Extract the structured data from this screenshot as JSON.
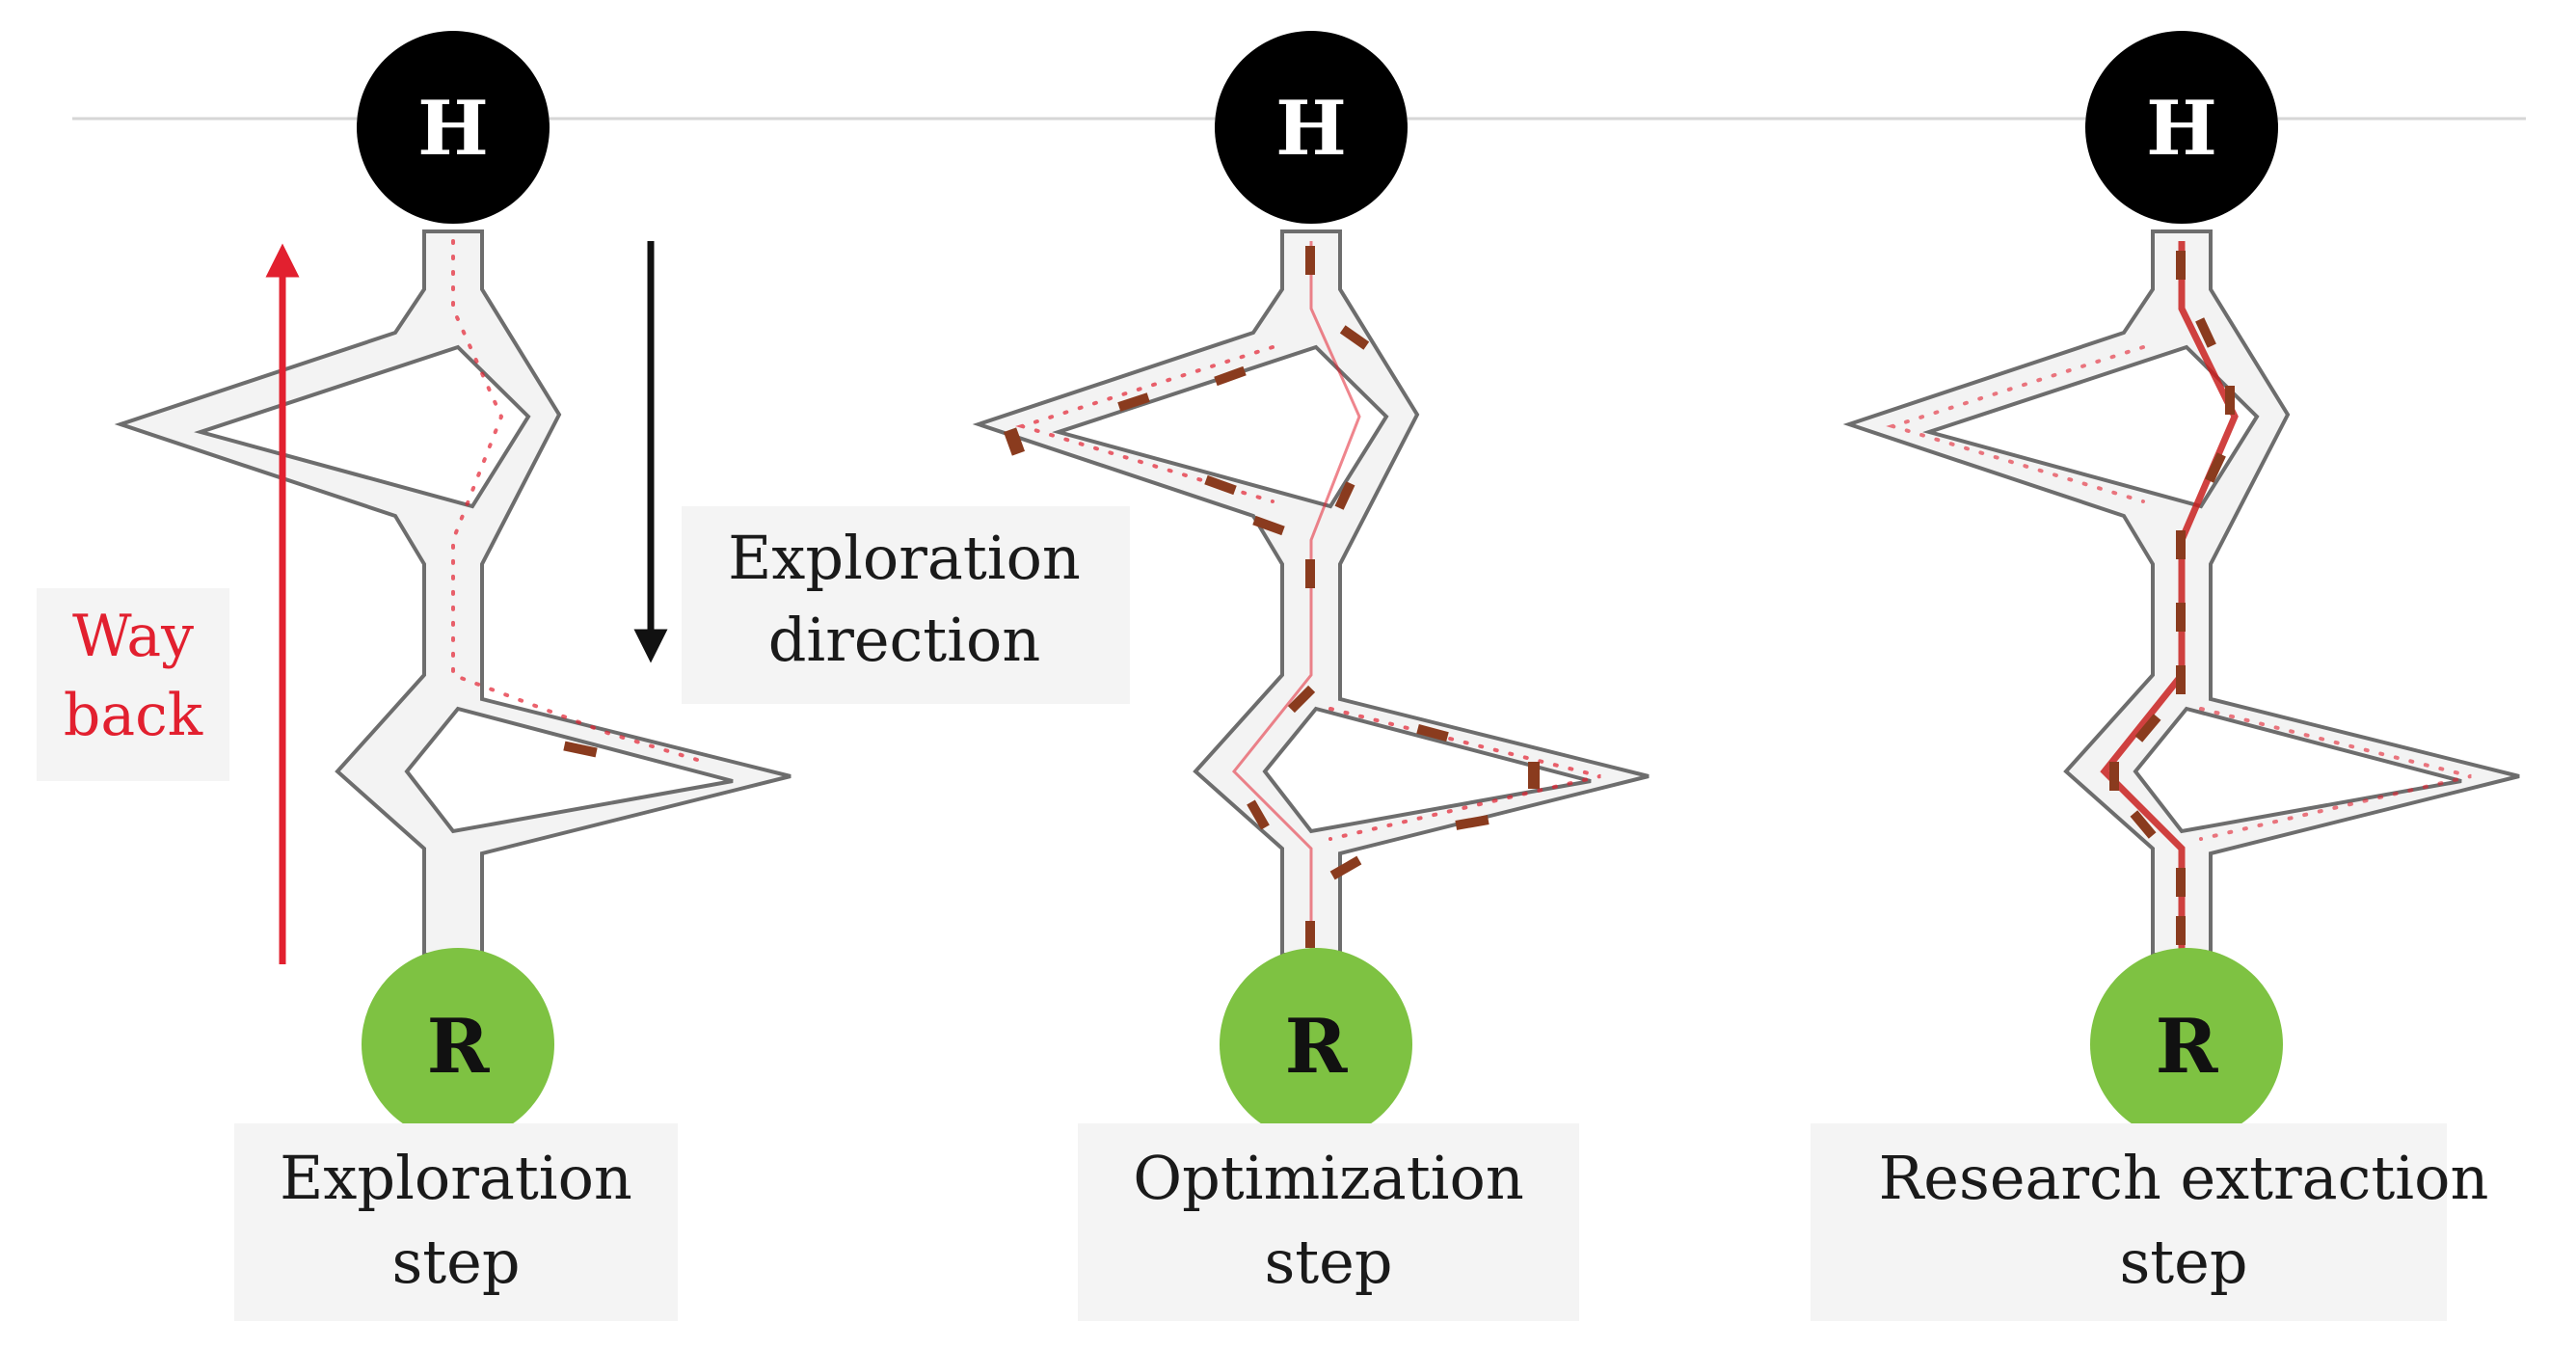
{
  "nodes": {
    "top_label": "H",
    "bottom_label": "R"
  },
  "annotations": {
    "way_back_line1": "Way",
    "way_back_line2": "back",
    "direction_line1": "Exploration",
    "direction_line2": "direction"
  },
  "panels": [
    {
      "caption_line1": "Exploration",
      "caption_line2": "step"
    },
    {
      "caption_line1": "Optimization",
      "caption_line2": "step"
    },
    {
      "caption_line1": "Research extraction",
      "caption_line2": "step"
    }
  ],
  "colors": {
    "top_node": "#000000",
    "bottom_node": "#7ec242",
    "way_back_arrow": "#e2202f",
    "direction_arrow": "#111111",
    "pheromone_trail": "#e2202f",
    "ant": "#8a3b1e"
  }
}
